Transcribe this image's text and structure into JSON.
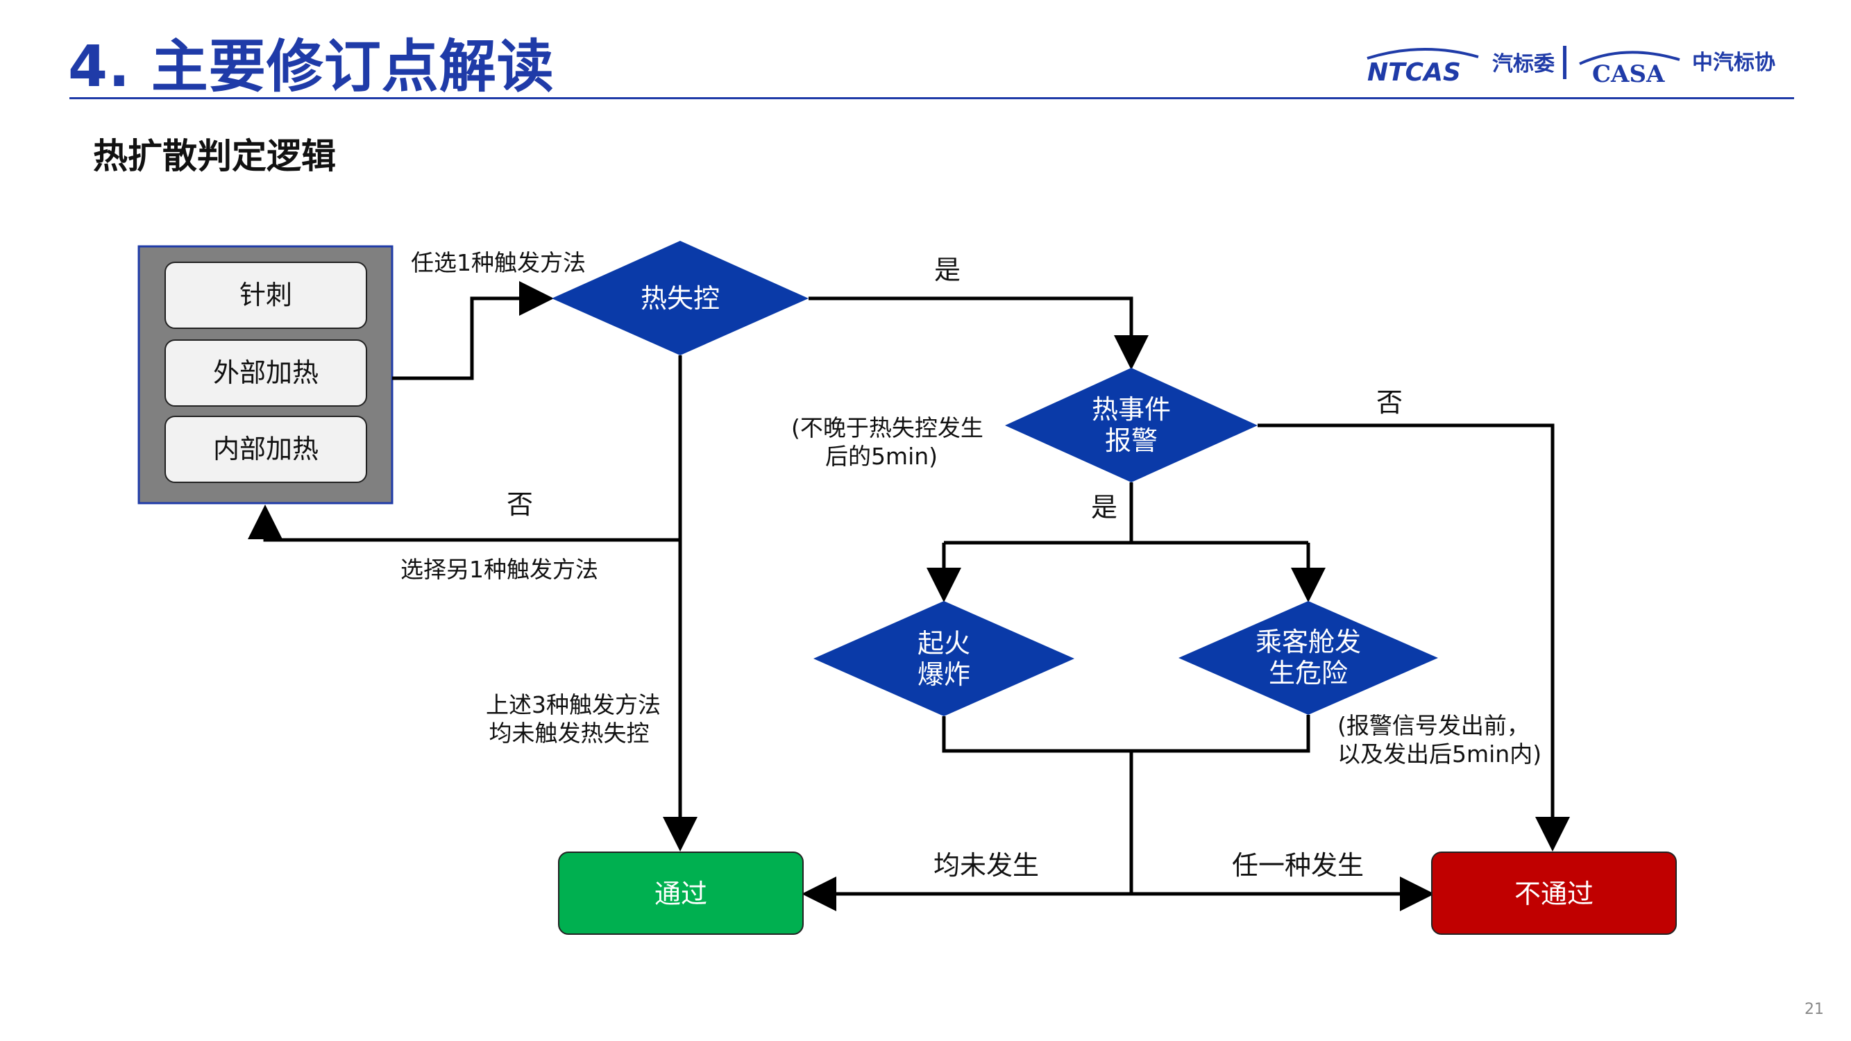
{
  "header": {
    "title": "4. 主要修订点解读",
    "subtitle": "热扩散判定逻辑",
    "logos": {
      "ntcas": "NTCAS",
      "ntcas_cn": "汽标委",
      "casa": "CASA",
      "casa_cn": "中汽标协"
    }
  },
  "colors": {
    "brand_blue": "#1f3ba8",
    "decision_fill": "#0a3aa8",
    "pass_green": "#00b050",
    "fail_red": "#c00000",
    "method_panel": "#808080"
  },
  "flow": {
    "methods": [
      "针刺",
      "外部加热",
      "内部加热"
    ],
    "select_one_label": "任选1种触发方法",
    "d_thermal_runaway": "热失控",
    "yes_1": "是",
    "no_1": "否",
    "select_another_label": "选择另1种触发方法",
    "none_triggered_line1": "上述3种触发方法",
    "none_triggered_line2": "均未触发热失控",
    "alarm_timing_line1": "(不晚于热失控发生",
    "alarm_timing_line2": "后的5min)",
    "d_alarm_line1": "热事件",
    "d_alarm_line2": "报警",
    "no_2": "否",
    "yes_2": "是",
    "d_fire_line1": "起火",
    "d_fire_line2": "爆炸",
    "d_cabin_line1": "乘客舱发",
    "d_cabin_line2": "生危险",
    "cabin_timing_line1": "(报警信号发出前，",
    "cabin_timing_line2": "以及发出后5min内)",
    "none_occurred": "均未发生",
    "any_occurred": "任一种发生",
    "pass": "通过",
    "fail": "不通过"
  },
  "page_number": "21"
}
